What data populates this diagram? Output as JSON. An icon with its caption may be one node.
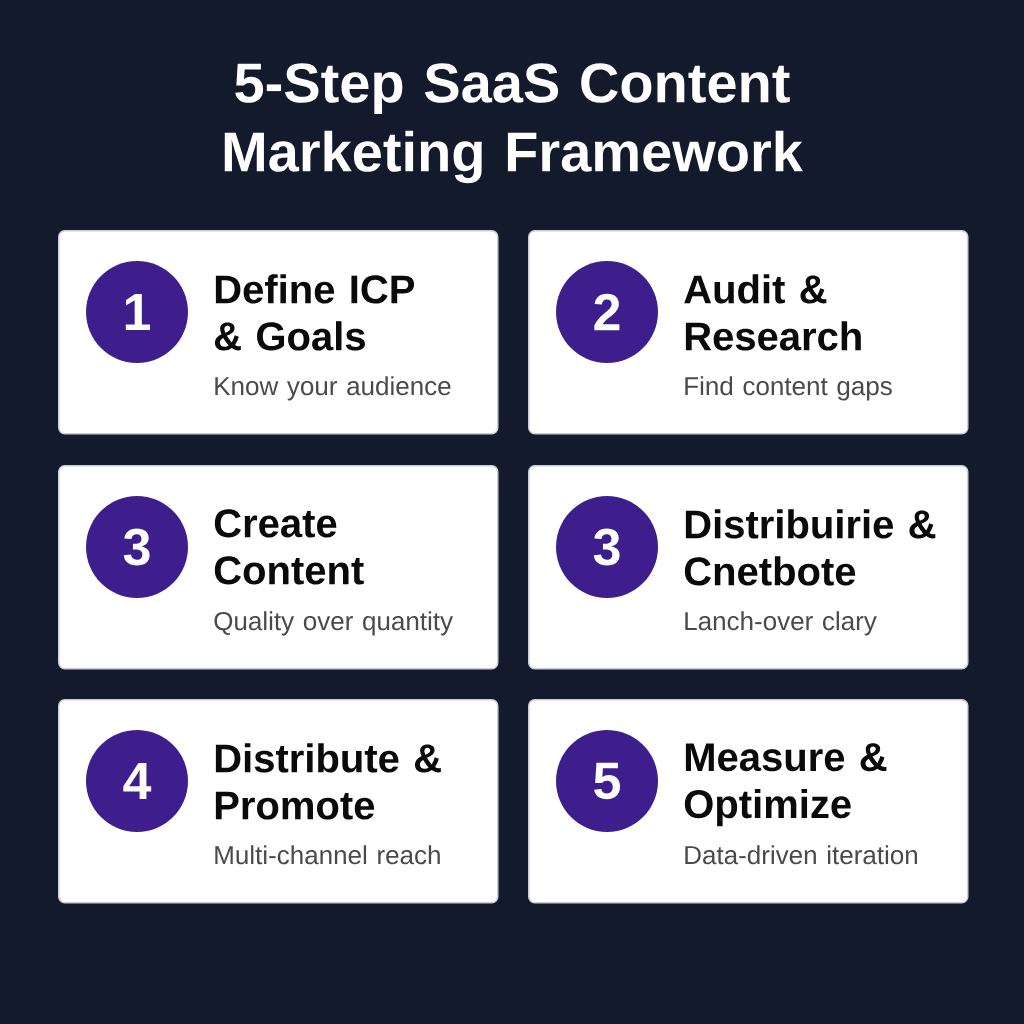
{
  "diagram": {
    "title": "5-Step SaaS Content Marketing Framework",
    "nodes": [
      {
        "text": [
          "Define ICP & Goals",
          "Know your audience"
        ]
      },
      {
        "text": [
          "1"
        ],
        "in": 0
      },
      {
        "text": [
          "Audit & Research",
          "Find content gaps"
        ]
      },
      {
        "text": [
          "2"
        ],
        "in": 2
      },
      {
        "text": [
          "Create Content",
          "Quality over quantity"
        ]
      },
      {
        "text": [
          "3"
        ],
        "in": 4
      },
      {
        "text": [
          "Distribuirie & Cnetbote",
          "Lanch-over clary"
        ]
      },
      {
        "text": [
          "3"
        ],
        "in": 6
      },
      {
        "text": [
          "Distribute & Promote",
          "Multi-channel reach"
        ]
      },
      {
        "text": [
          "4"
        ],
        "in": 8
      },
      {
        "text": [
          "Measure & Optimize",
          "Data-driven iteration"
        ]
      },
      {
        "text": [
          "5"
        ],
        "in": 10
      }
    ]
  }
}
